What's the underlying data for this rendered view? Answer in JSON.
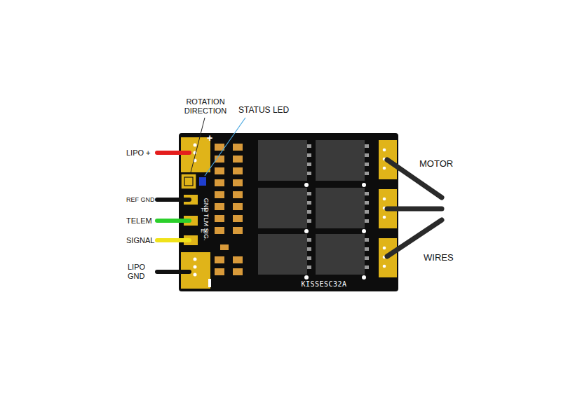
{
  "diagram": {
    "labels": [
      "ROTATION DIRECTION",
      "STATUS LED",
      "LIPO +",
      "REF GND",
      "TELEM",
      "SIGNAL",
      "LIPO GND",
      "MOTOR",
      "WIRES",
      "+",
      "GND TLM SIG.",
      "TX",
      "RX",
      "KISSESC32A"
    ]
  }
}
